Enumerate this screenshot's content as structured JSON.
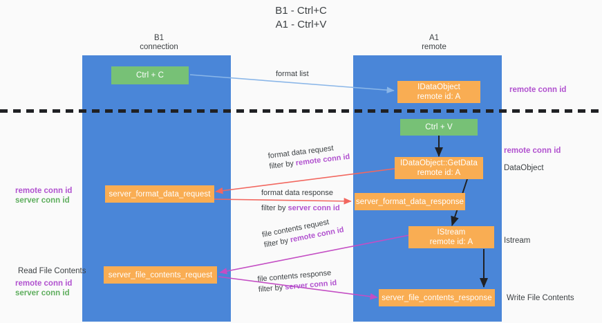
{
  "title": "B1 - Ctrl+C\nA1 - Ctrl+V",
  "colors": {
    "lane": "#4a86d8",
    "orange": "#f9ad53",
    "green": "#77c176",
    "remote_conn_id": "#b152cf",
    "server_conn_id": "#5fae5e",
    "arrow_format_list": "#8ab6e8",
    "arrow_format_data": "#f2675f",
    "arrow_file_contents": "#c44ec4",
    "arrow_black": "#202124",
    "background": "#fafafa",
    "text": "#3c4043"
  },
  "columns": [
    {
      "id": "b1",
      "label": "B1\nconnection"
    },
    {
      "id": "a1",
      "label": "A1\nremote"
    }
  ],
  "nodes": [
    {
      "id": "ctrl-c",
      "label": "Ctrl + C",
      "style": "green"
    },
    {
      "id": "idataobject",
      "label": "IDataObject\nremote id: A",
      "style": "orange"
    },
    {
      "id": "ctrl-v",
      "label": "Ctrl + V",
      "style": "green"
    },
    {
      "id": "idataobject-getdata",
      "label": "IDataObject::GetData\nremote id: A",
      "style": "orange"
    },
    {
      "id": "server-format-data-request",
      "label": "server_format_data_request",
      "style": "orange"
    },
    {
      "id": "server-format-data-response",
      "label": "server_format_data_response",
      "style": "orange"
    },
    {
      "id": "istream",
      "label": "IStream\nremote id: A",
      "style": "orange"
    },
    {
      "id": "server-file-contents-request",
      "label": "server_file_contents_request",
      "style": "orange"
    },
    {
      "id": "server-file-contents-response",
      "label": "server_file_contents_response",
      "style": "orange"
    }
  ],
  "edge_labels": [
    {
      "id": "format-list",
      "line1": "format list",
      "line2": "",
      "highlight": ""
    },
    {
      "id": "format-data-request",
      "line1": "format data request",
      "line2": "filter by ",
      "highlight": "remote conn id"
    },
    {
      "id": "format-data-response",
      "line1": "format data response",
      "line2": "filter by ",
      "highlight": "server conn id"
    },
    {
      "id": "file-contents-request",
      "line1": "file contents request",
      "line2": "filter by ",
      "highlight": "remote conn id"
    },
    {
      "id": "file-contents-response",
      "line1": "file contents response",
      "line2": "filter by ",
      "highlight": "server conn id"
    }
  ],
  "right_annotations": [
    {
      "id": "remote-conn-id-1",
      "label": "remote conn id",
      "style": "purple"
    },
    {
      "id": "remote-conn-id-2",
      "label": "remote conn id",
      "style": "purple"
    },
    {
      "id": "dataobject",
      "label": "DataObject",
      "style": "dark"
    },
    {
      "id": "istream-label",
      "label": "Istream",
      "style": "dark"
    },
    {
      "id": "write-file-contents",
      "label": "Write File Contents",
      "style": "dark"
    }
  ],
  "left_annotations": [
    {
      "id": "conn-ids-top",
      "line1": "remote conn id",
      "line2": "server conn id"
    },
    {
      "id": "read-file-contents",
      "label": "Read File Contents"
    },
    {
      "id": "conn-ids-bottom",
      "line1": "remote conn id",
      "line2": "server conn id"
    }
  ]
}
